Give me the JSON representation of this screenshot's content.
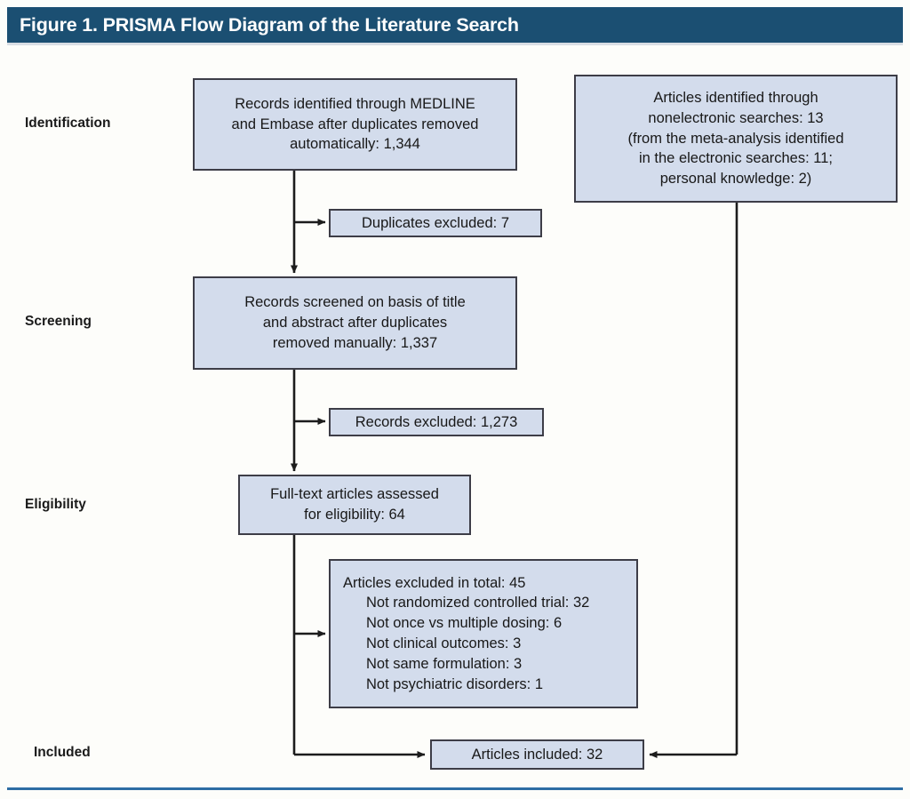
{
  "figure": {
    "title": "Figure 1. PRISMA Flow Diagram of the Literature Search",
    "header_color": "#1b4f72",
    "box_fill_color": "#d3dcec",
    "box_border_color": "#3d3d47",
    "rule_color": "#2e6da4"
  },
  "stages": [
    {
      "label": "Identification"
    },
    {
      "label": "Screening"
    },
    {
      "label": "Eligibility"
    },
    {
      "label": "Included"
    }
  ],
  "nodes": {
    "records_identified": {
      "line1": "Records identified through MEDLINE",
      "line2": "and Embase after duplicates removed",
      "line3": "automatically: 1,344"
    },
    "nonelectronic": {
      "line1": "Articles identified through",
      "line2": "nonelectronic searches: 13",
      "line3": "(from the meta-analysis identified",
      "line4": "in the electronic searches: 11;",
      "line5": "personal knowledge: 2)"
    },
    "duplicates_excluded": {
      "line1": "Duplicates excluded: 7"
    },
    "records_screened": {
      "line1": "Records screened on basis of title",
      "line2": "and abstract after duplicates",
      "line3": "removed manually: 1,337"
    },
    "records_excluded": {
      "line1": "Records excluded: 1,273"
    },
    "fulltext_assessed": {
      "line1": "Full-text articles assessed",
      "line2": "for eligibility: 64"
    },
    "articles_excluded": {
      "line1": "Articles excluded in total: 45",
      "line2": "Not randomized controlled trial: 32",
      "line3": "Not once vs multiple dosing: 6",
      "line4": "Not clinical outcomes: 3",
      "line5": "Not same formulation: 3",
      "line6": "Not psychiatric disorders: 1"
    },
    "articles_included": {
      "line1": "Articles included: 32"
    }
  },
  "chart_data": {
    "type": "diagram",
    "title": "Figure 1. PRISMA Flow Diagram of the Literature Search",
    "stages": [
      "Identification",
      "Screening",
      "Eligibility",
      "Included"
    ],
    "counts": {
      "records_identified_medline_embase_after_auto_dedup": 1344,
      "articles_identified_nonelectronic": 13,
      "nonelectronic_from_meta_analysis": 11,
      "nonelectronic_personal_knowledge": 2,
      "duplicates_excluded": 7,
      "records_screened_after_manual_dedup": 1337,
      "records_excluded": 1273,
      "fulltext_assessed_for_eligibility": 64,
      "articles_excluded_total": 45,
      "excluded_not_randomized_controlled_trial": 32,
      "excluded_not_once_vs_multiple_dosing": 6,
      "excluded_not_clinical_outcomes": 3,
      "excluded_not_same_formulation": 3,
      "excluded_not_psychiatric_disorders": 1,
      "articles_included": 32
    }
  }
}
